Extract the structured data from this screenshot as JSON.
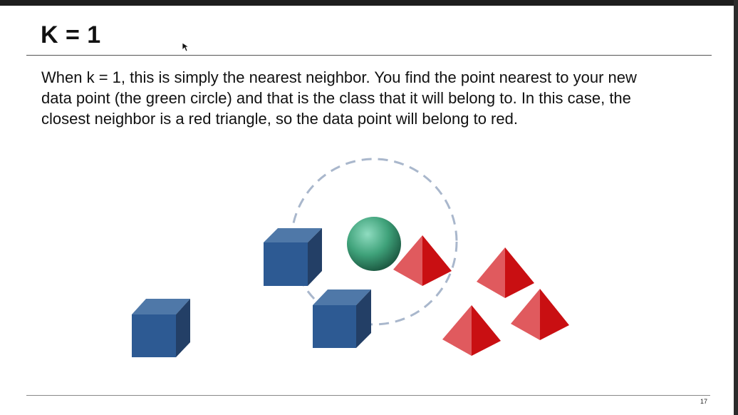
{
  "slide": {
    "title": "K = 1",
    "body": "When k = 1, this is simply the nearest neighbor. You find the point nearest to your new data point (the green circle) and that is the class that it will belong to. In this case, the closest neighbor is a red triangle, so the data point will belong to red.",
    "page_number": "17"
  },
  "diagram": {
    "new_point": {
      "shape": "sphere",
      "color": "#3fa27a"
    },
    "class_blue": {
      "shape": "cube",
      "color": "#2d5a93",
      "count": 3
    },
    "class_red": {
      "shape": "pyramid",
      "color": "#d63a3a",
      "count": 4
    },
    "neighborhood_circle": {
      "style": "dashed",
      "color": "#a9b7cc"
    }
  }
}
